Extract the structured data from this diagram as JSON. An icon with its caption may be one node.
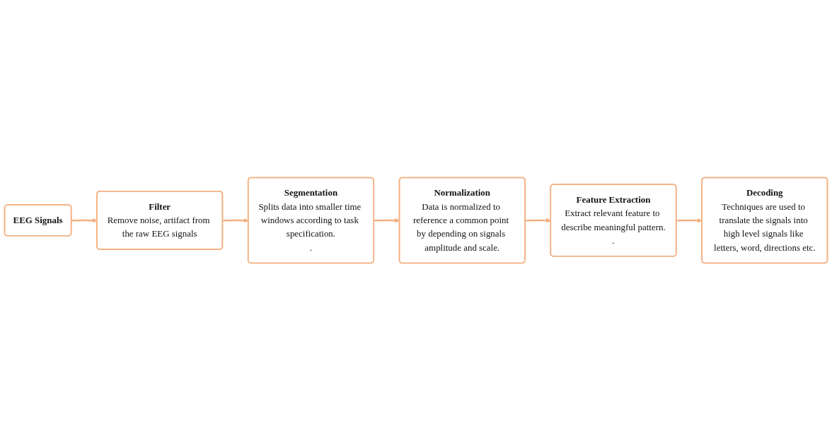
{
  "diagram": {
    "nodes": [
      {
        "text": [
          "EEG Signals"
        ]
      },
      {
        "text": [
          "Filter",
          "Remove noise, artifact from the raw EEG signals"
        ]
      },
      {
        "text": [
          "Segmentation",
          "Splits data into smaller time windows according to task specification.",
          "."
        ]
      },
      {
        "text": [
          "Normalization",
          "Data is normalized to reference a common point by depending on signals amplitude and scale."
        ]
      },
      {
        "text": [
          "Feature Extraction",
          "Extract relevant feature to describe meaningful pattern.",
          "."
        ]
      },
      {
        "text": [
          "Decoding",
          "Techniques are used to translate the signals into high level signals like letters, word, directions etc."
        ]
      }
    ],
    "edges": [
      {
        "from": 0,
        "to": 1,
        "arrow": "to"
      },
      {
        "from": 1,
        "to": 2,
        "arrow": "to"
      },
      {
        "from": 2,
        "to": 3,
        "arrow": "to"
      },
      {
        "from": 3,
        "to": 4,
        "arrow": "to"
      },
      {
        "from": 4,
        "to": 5,
        "arrow": "to"
      }
    ]
  }
}
